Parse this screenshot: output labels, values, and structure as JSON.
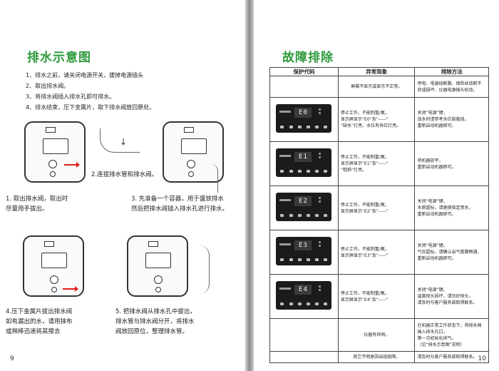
{
  "left": {
    "title": "排水示意图",
    "steps": [
      "1、排水之前，请关闭电源开关，拔掉电源插头",
      "2、取出排水阀。",
      "3、将排水阀插入排水孔即可排水。",
      "4、排水结束，压下金属片，取下排水阀放回原处。"
    ],
    "caption_pipe": "2.连接排水管和排水阀。",
    "caption_1": [
      "1. 取出排水阀，取出时",
      "尽量用手拔出。"
    ],
    "caption_3": [
      "3. 先准备一个容器，用于盛放排水",
      "然后把排水阀插入排水孔进行排水。"
    ],
    "caption_4": [
      "4.压下金属片拔出排水阀",
      "如有漏出的水，请用抹布",
      "或棉棒迅速将其擦去"
    ],
    "caption_5": [
      "5. 把排水阀从排水孔中拔出，",
      "排水管与排水阀分开，将排水",
      "阀放回原位，整理排水管。"
    ],
    "page_number": "9"
  },
  "right": {
    "title": "故障排除",
    "headers": [
      "保护代码",
      "异常现象",
      "排除方法"
    ],
    "rows": [
      {
        "code": "",
        "phenomenon": [
          "屏幕不显示或显示不正常。"
        ],
        "solution": [
          "停电、电源线断路、保险丝烧断不",
          "良或损坏、仪器电源插头松动。"
        ]
      },
      {
        "code": "E0",
        "phenomenon": [
          "停止工作，不能制氢/氧，",
          "显示屏显示“E0”及“-----”",
          "“缺水”灯亮，水位有异红灯亮。"
        ],
        "solution": [
          "关闭“电源”键，",
          "加水时请参考水位刻度线，",
          "重新启动机器即可。"
        ]
      },
      {
        "code": "E1",
        "phenomenon": [
          "停止工作，不能制氢/氧，",
          "显示屏显示“E1”及“-----”",
          "“蛙斜”灯亮。"
        ],
        "solution": [
          "将机器放平，",
          "重新启动机器即可。"
        ]
      },
      {
        "code": "E2",
        "phenomenon": [
          "停止工作，不能制氢/氧，",
          "显示屏显示“E2”及“-----”"
        ],
        "solution": [
          "关闭“电源”键，",
          "水质超标，请更换指定用水，",
          "重新启动机器即可。"
        ]
      },
      {
        "code": "E3",
        "phenomenon": [
          "停止工作，不能制氢/氧，",
          "显示屏显示“E3”及“-----”"
        ],
        "solution": [
          "关闭“电源”键。",
          "气压超标，请确认出气管路畅通，",
          "重新启动机器即可。"
        ]
      },
      {
        "code": "E4",
        "phenomenon": [
          "停止工作，不能制氢/氧，",
          "显示屏显示“E4”及“-----”"
        ],
        "solution": [
          "关闭“电源”键。",
          "温度探头损坏，请勿好探头，",
          "请及时与客户服务部取得联系。"
        ]
      },
      {
        "code": "",
        "phenomenon": [
          "仪器有异响。"
        ],
        "solution": [
          "在机器正常工作状态下，将排水阀",
          "插入排水孔口，",
          "第一次初始化排气。",
          "（见“排水示意图”说明）"
        ]
      },
      {
        "code": "",
        "phenomenon": [
          "其它不明原因出现故障。"
        ],
        "solution": [
          "请及时与客户服务部取得联系。"
        ]
      }
    ],
    "page_number": "10"
  },
  "colors": {
    "accent": "#2e9a3c",
    "arrow": "#e21c1c"
  }
}
